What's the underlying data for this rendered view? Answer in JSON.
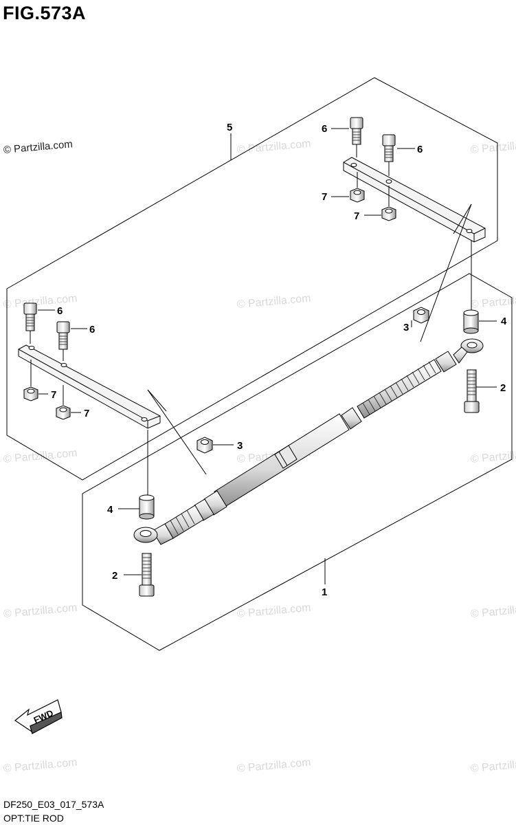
{
  "figure": {
    "title": "FIG.573A",
    "code": "DF250_E03_017_573A",
    "label": "OPT:TIE ROD"
  },
  "watermark": {
    "text": "© Partzilla.com"
  },
  "fwd_arrow": {
    "text": "FWD"
  },
  "callouts": {
    "c1": "1",
    "c2a": "2",
    "c2b": "2",
    "c3a": "3",
    "c3b": "3",
    "c4a": "4",
    "c4b": "4",
    "c5": "5",
    "c6a": "6",
    "c6b": "6",
    "c6c": "6",
    "c6d": "6",
    "c7a": "7",
    "c7b": "7",
    "c7c": "7",
    "c7d": "7"
  },
  "colors": {
    "line": "#000000",
    "watermark": "#d9d9d9",
    "part_fill": "#e6e6e6"
  }
}
